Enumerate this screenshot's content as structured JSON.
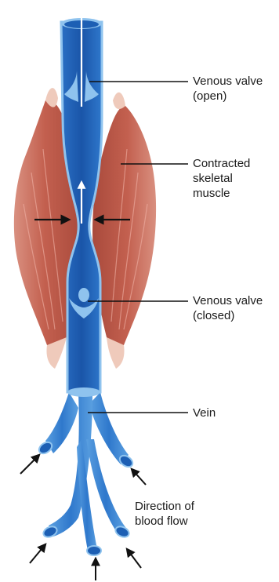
{
  "labels": {
    "valve_open": [
      "Venous valve",
      "(open)"
    ],
    "muscle": [
      "Contracted",
      "skeletal",
      "muscle"
    ],
    "valve_closed": [
      "Venous valve",
      "(closed)"
    ],
    "vein": [
      "Vein"
    ],
    "flow": [
      "Direction of",
      "blood flow"
    ]
  },
  "colors": {
    "vein_dark": "#1d5fb4",
    "vein_light": "#8fc3ee",
    "muscle": "#c8685a",
    "muscle_light": "#f3d3c6",
    "arrow": "#111111"
  }
}
